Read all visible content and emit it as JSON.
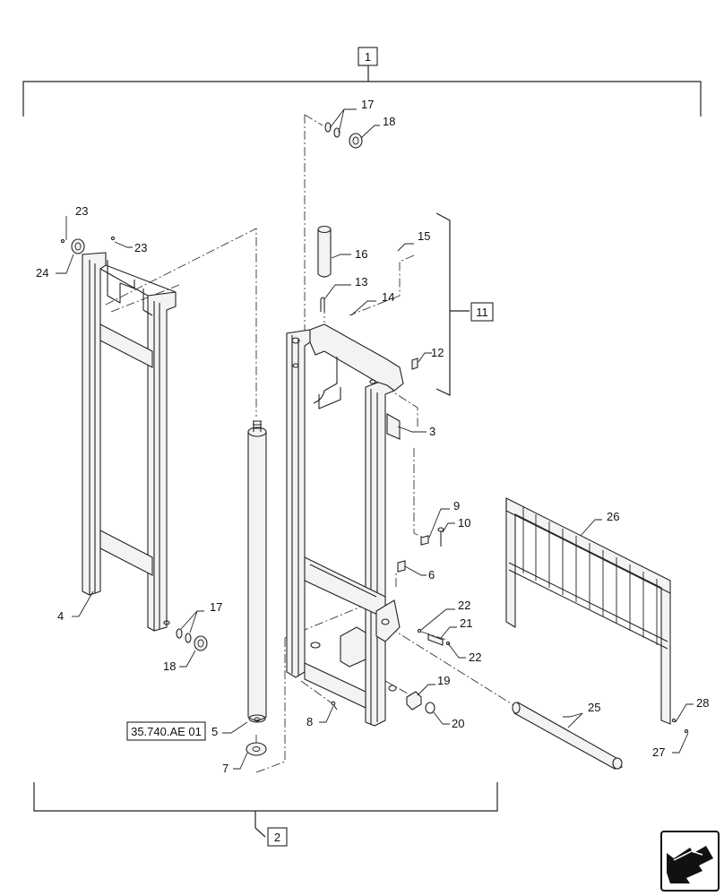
{
  "assembly_refs": {
    "top": "1",
    "bottom": "2",
    "group": "11"
  },
  "reference_code": "35.740.AE 01",
  "part_callouts": {
    "p3": "3",
    "p4": "4",
    "p5": "5",
    "p6": "6",
    "p7": "7",
    "p8": "8",
    "p9": "9",
    "p10": "10",
    "p12": "12",
    "p13": "13",
    "p14": "14",
    "p15": "15",
    "p16": "16",
    "p17_top": "17",
    "p17_left": "17",
    "p18_top": "18",
    "p18_left": "18",
    "p19": "19",
    "p20": "20",
    "p21": "21",
    "p22_top": "22",
    "p22_bottom": "22",
    "p23_top": "23",
    "p23_right": "23",
    "p24": "24",
    "p25": "25",
    "p26": "26",
    "p27": "27",
    "p28": "28"
  },
  "icons": {
    "nav": "arrow-left-icon"
  }
}
